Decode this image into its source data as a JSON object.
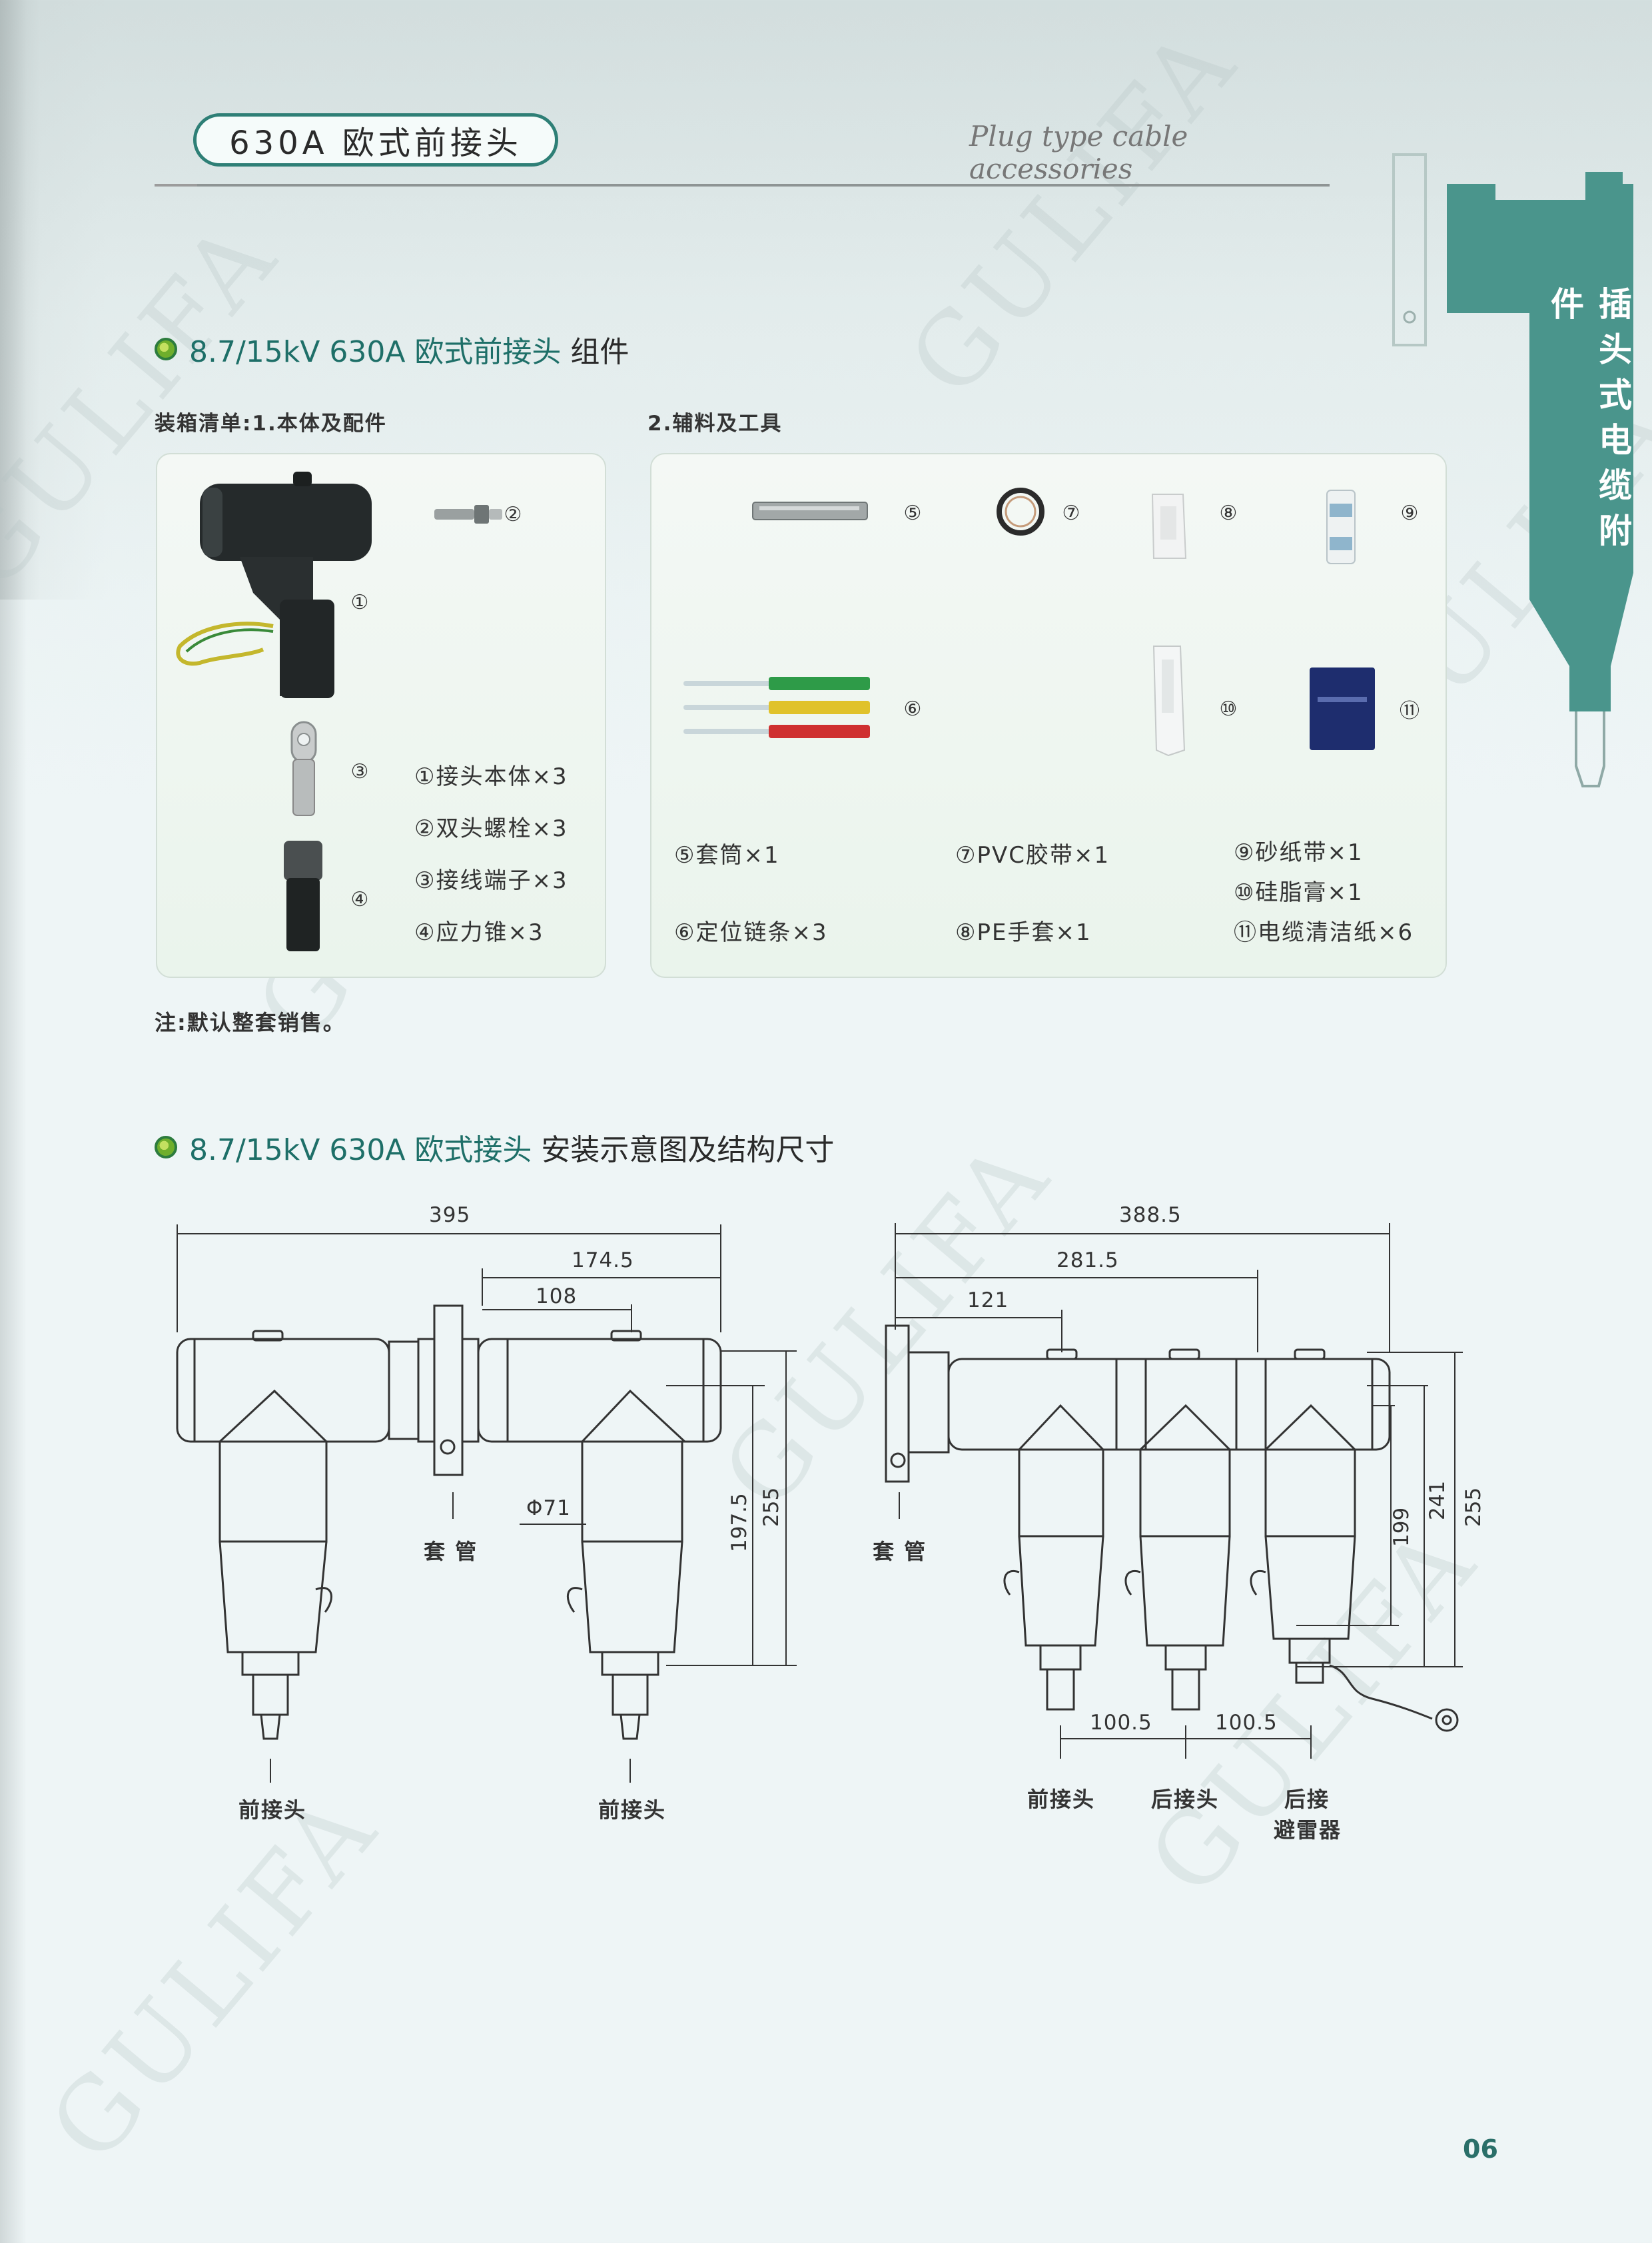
{
  "header": {
    "title": "630A 欧式前接头",
    "subtitle": "Plug type cable accessories"
  },
  "side_tab": {
    "text": "插头式电缆附件",
    "color": "#4a958c"
  },
  "section1": {
    "title_accent": "8.7/15kV 630A 欧式前接头",
    "title_rest": "组件",
    "list1_label": "装箱清单:1.本体及配件",
    "list2_label": "2.辅料及工具",
    "panel1": {
      "numbers": [
        "①",
        "②",
        "③",
        "④"
      ],
      "items": [
        "①接头本体×3",
        "②双头螺栓×3",
        "③接线端子×3",
        "④应力锥×3"
      ]
    },
    "panel2": {
      "numbers": [
        "⑤",
        "⑦",
        "⑧",
        "⑨",
        "⑥",
        "⑩",
        "⑪"
      ],
      "items": [
        "⑤套筒×1",
        "⑦PVC胶带×1",
        "⑨砂纸带×1",
        "⑩硅脂膏×1",
        "⑥定位链条×3",
        "⑧PE手套×1",
        "⑪电缆清洁纸×6"
      ]
    },
    "note": "注:默认整套销售。"
  },
  "section2": {
    "title_accent": "8.7/15kV 630A 欧式接头",
    "title_rest": "安装示意图及结构尺寸",
    "left": {
      "dims": [
        "395",
        "174.5",
        "108",
        "Φ71",
        "197.5",
        "255"
      ],
      "labels": [
        "套 管",
        "前接头",
        "前接头"
      ]
    },
    "right": {
      "dims": [
        "388.5",
        "281.5",
        "121",
        "199",
        "241",
        "255",
        "100.5",
        "100.5"
      ],
      "labels": [
        "套 管",
        "前接头",
        "后接头",
        "后接",
        "避雷器"
      ]
    }
  },
  "footer": {
    "page_number": "06"
  },
  "watermark": "GULIFA",
  "colors": {
    "accent": "#1e6f68",
    "teal": "#4a958c",
    "pill_border": "#2e7f76"
  }
}
